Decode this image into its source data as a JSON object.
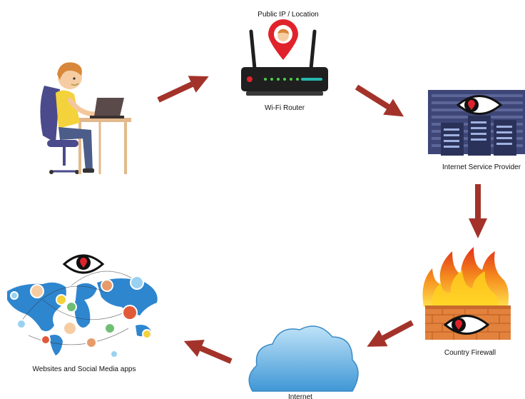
{
  "nodes": {
    "public_ip": {
      "label": "Public IP / Location"
    },
    "router": {
      "label": "Wi-Fi Router"
    },
    "isp": {
      "label": "Internet Service Provider"
    },
    "firewall": {
      "label": "Country Firewall"
    },
    "internet": {
      "label": "Internet"
    },
    "websites": {
      "label": "Websites and Social Media apps"
    }
  },
  "colors": {
    "arrow": "#a3332a",
    "pin": "#e0232b",
    "router_body": "#1f1f1f",
    "router_led": "#4cd04c",
    "router_strip": "#27b8b0",
    "server": "#3d4677",
    "server_dark": "#2b325a",
    "fire_orange": "#f26a1b",
    "fire_yellow": "#ffd21f",
    "brick": "#e2823c",
    "cloud": "#5aaee0",
    "map_blue": "#2e86cf",
    "eye": "#111111"
  },
  "icons": [
    "user-laptop-icon",
    "router-icon",
    "location-pin-icon",
    "server-rack-icon",
    "fire-wall-icon",
    "cloud-icon",
    "world-map-icon",
    "eye-icon"
  ]
}
